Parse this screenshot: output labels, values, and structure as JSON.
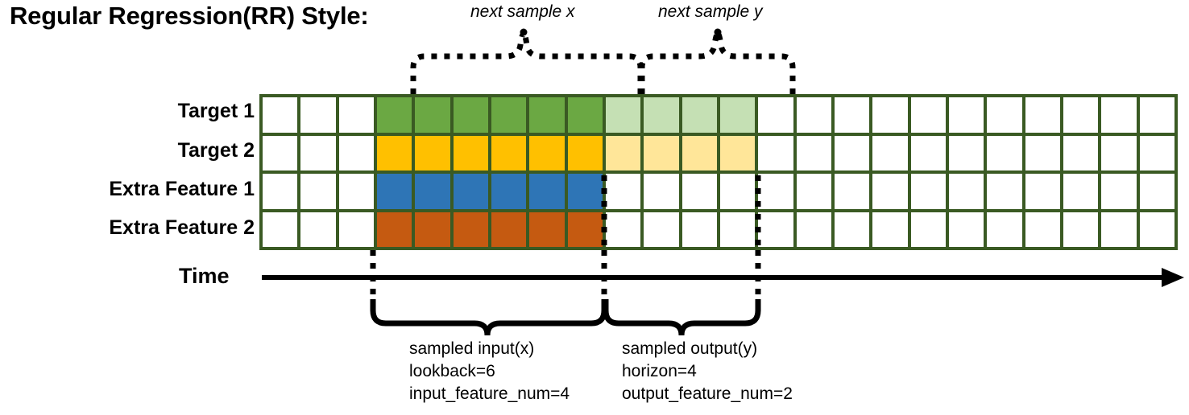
{
  "title": "Regular Regression(RR) Style:",
  "rows": [
    {
      "label": "Target 1",
      "color_name": "green"
    },
    {
      "label": "Target 2",
      "color_name": "yellow"
    },
    {
      "label": "Extra Feature 1",
      "color_name": "blue"
    },
    {
      "label": "Extra Feature 2",
      "color_name": "orange"
    }
  ],
  "time_axis": {
    "label": "Time"
  },
  "grid": {
    "total_columns": 24,
    "total_rows": 4,
    "leading_blank_columns": 3,
    "input_columns": 6,
    "output_columns": 4,
    "trailing_blank_columns": 11
  },
  "annotations": {
    "top_left_brace": "next sample x",
    "top_right_brace": "next sample y",
    "bottom_left_brace": {
      "line1": "sampled input(x)",
      "line2": "lookback=6",
      "line3": "input_feature_num=4"
    },
    "bottom_right_brace": {
      "line1": "sampled output(y)",
      "line2": "horizon=4",
      "line3": "output_feature_num=2"
    }
  },
  "colors": {
    "border": "#3A5A23",
    "green": "#6BA843",
    "green_light": "#C5E0B4",
    "yellow": "#FFC000",
    "yellow_light": "#FFE699",
    "blue": "#2E75B6",
    "orange": "#C55A11",
    "blank": "#FFFFFF",
    "ink": "#000000"
  },
  "chart_data": {
    "type": "table",
    "title": "Regular Regression(RR) Style:",
    "categories": [
      "Target 1",
      "Target 2",
      "Extra Feature 1",
      "Extra Feature 2"
    ],
    "series": [
      {
        "name": "Target 1",
        "values": [
          "blank",
          "blank",
          "blank",
          "green",
          "green",
          "green",
          "green",
          "green",
          "green",
          "green_light",
          "green_light",
          "green_light",
          "green_light",
          "blank",
          "blank",
          "blank",
          "blank",
          "blank",
          "blank",
          "blank",
          "blank",
          "blank",
          "blank",
          "blank"
        ]
      },
      {
        "name": "Target 2",
        "values": [
          "blank",
          "blank",
          "blank",
          "yellow",
          "yellow",
          "yellow",
          "yellow",
          "yellow",
          "yellow",
          "yellow_light",
          "yellow_light",
          "yellow_light",
          "yellow_light",
          "blank",
          "blank",
          "blank",
          "blank",
          "blank",
          "blank",
          "blank",
          "blank",
          "blank",
          "blank",
          "blank"
        ]
      },
      {
        "name": "Extra Feature 1",
        "values": [
          "blank",
          "blank",
          "blank",
          "blue",
          "blue",
          "blue",
          "blue",
          "blue",
          "blue",
          "blank",
          "blank",
          "blank",
          "blank",
          "blank",
          "blank",
          "blank",
          "blank",
          "blank",
          "blank",
          "blank",
          "blank",
          "blank",
          "blank",
          "blank"
        ]
      },
      {
        "name": "Extra Feature 2",
        "values": [
          "blank",
          "blank",
          "blank",
          "orange",
          "orange",
          "orange",
          "orange",
          "orange",
          "orange",
          "blank",
          "blank",
          "blank",
          "blank",
          "blank",
          "blank",
          "blank",
          "blank",
          "blank",
          "blank",
          "blank",
          "blank",
          "blank",
          "blank",
          "blank"
        ]
      }
    ],
    "xlabel": "Time",
    "ylabel": "",
    "grid": true,
    "legend": "none"
  }
}
